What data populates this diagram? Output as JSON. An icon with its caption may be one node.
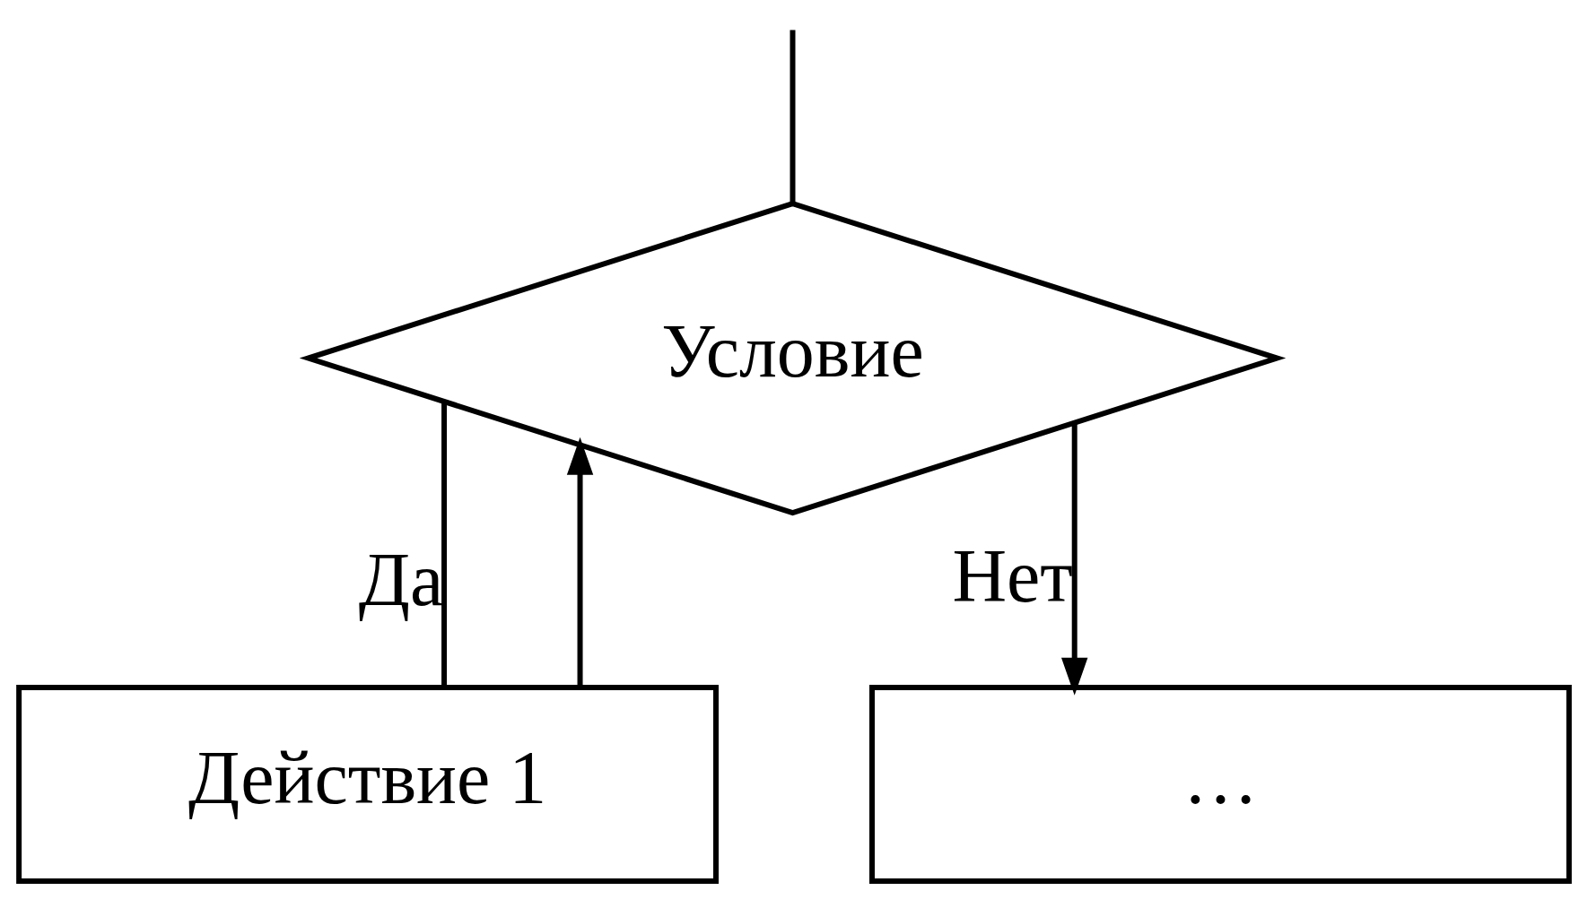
{
  "diagram": {
    "nodes": [
      {
        "text": [
          "Условие"
        ]
      },
      {
        "text": [
          "Действие 1"
        ]
      },
      {
        "text": [
          "…"
        ]
      }
    ],
    "edges": [
      {
        "from": null,
        "to": 0,
        "arrow": "none"
      },
      {
        "from": 0,
        "to": 1,
        "arrow": "none",
        "label": "Да"
      },
      {
        "from": 0,
        "to": 2,
        "arrow": "to",
        "label": "Нет"
      },
      {
        "from": 1,
        "to": 0,
        "arrow": "to"
      }
    ]
  }
}
